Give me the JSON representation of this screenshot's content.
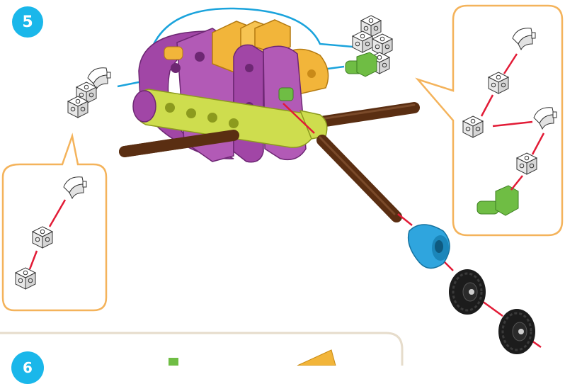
{
  "step": {
    "number": "5",
    "next_number": "6"
  },
  "colors": {
    "badge": "#1ab7ea",
    "callout_border": "#f4b35b",
    "connector_red": "#e21b36",
    "connector_blue": "#1aa3dc",
    "axle_brown": "#5a2e12",
    "frame_purple": "#a146a6",
    "beam_lime": "#cedd4e",
    "block_yellow": "#f2b53a",
    "peg_green": "#6fbd44",
    "pulley_blue": "#2fa5de",
    "wheel_black": "#1c1c1c",
    "cube_white": "#f4f4f4"
  },
  "icons": {
    "step_badge": "numbered-circle",
    "connector_cube": "cube-icon",
    "angled_connector": "angled-connector-icon",
    "peg": "peg-icon",
    "wheel": "wheel-icon",
    "pulley": "pulley-icon",
    "axle": "axle-rod-icon"
  }
}
